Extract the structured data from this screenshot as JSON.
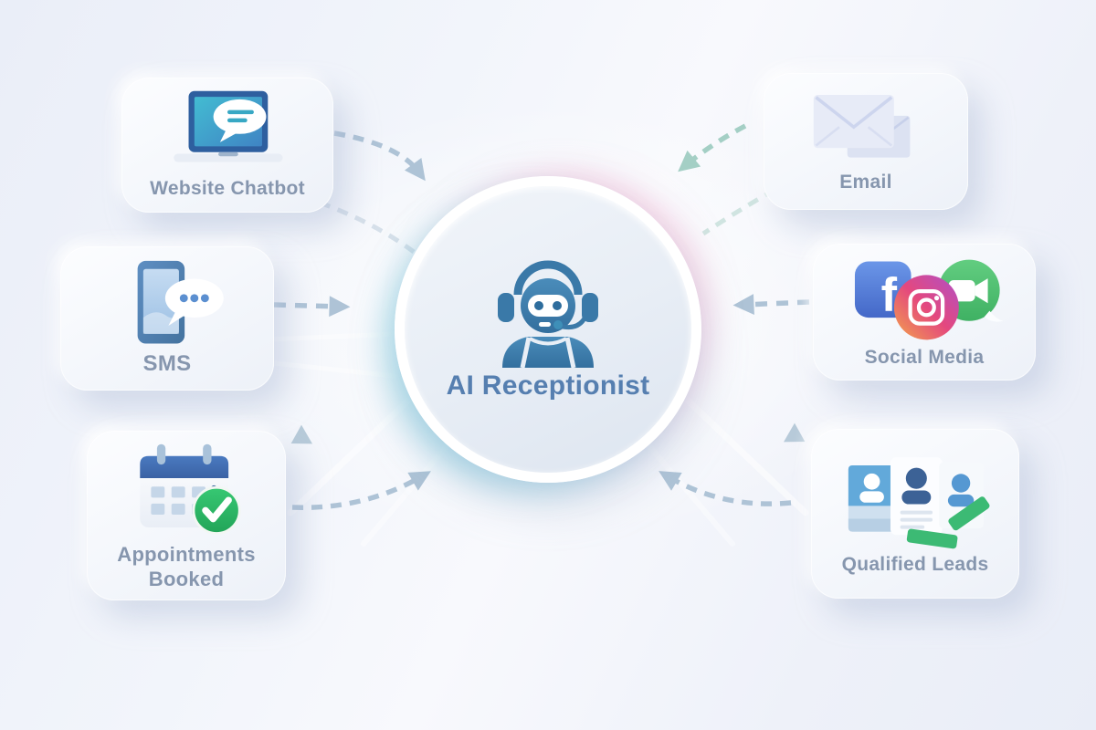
{
  "diagram": {
    "center": {
      "id": "ai-receptionist",
      "label": "AI Receptionist",
      "icon": "robot-headset-icon"
    },
    "nodes": [
      {
        "id": "website-chatbot",
        "label": "Website Chatbot",
        "icon": "laptop-chat-icon",
        "position": "top-left"
      },
      {
        "id": "sms",
        "label": "SMS",
        "icon": "phone-chat-bubble-icon",
        "position": "middle-left"
      },
      {
        "id": "appointments-booked",
        "label": "Appointments Booked",
        "icon": "calendar-check-icon",
        "position": "bottom-left"
      },
      {
        "id": "email",
        "label": "Email",
        "icon": "envelopes-icon",
        "position": "top-right"
      },
      {
        "id": "social-media",
        "label": "Social Media",
        "icon": "social-icons-cluster",
        "sub_icons": [
          "facebook-icon",
          "instagram-icon",
          "video-chat-icon"
        ],
        "position": "middle-right"
      },
      {
        "id": "qualified-leads",
        "label": "Qualified Leads",
        "icon": "contact-cards-check-icon",
        "position": "bottom-right"
      }
    ],
    "connections": [
      {
        "from": "website-chatbot",
        "to": "ai-receptionist",
        "style": "dashed-curve"
      },
      {
        "from": "sms",
        "to": "ai-receptionist",
        "style": "dashed-straight"
      },
      {
        "from": "appointments-booked",
        "to": "ai-receptionist",
        "style": "dashed-curve"
      },
      {
        "from": "ai-receptionist",
        "to": "appointments-booked",
        "style": "ray-with-arrowhead"
      },
      {
        "from": "email",
        "to": "ai-receptionist",
        "style": "dashed-curve"
      },
      {
        "from": "social-media",
        "to": "ai-receptionist",
        "style": "dashed-straight"
      },
      {
        "from": "qualified-leads",
        "to": "ai-receptionist",
        "style": "dashed-curve"
      },
      {
        "from": "ai-receptionist",
        "to": "qualified-leads",
        "style": "ray-with-arrowhead"
      }
    ],
    "colors": {
      "label_text": "#8696ae",
      "center_text": "#567fb0",
      "robot_blue": "#3a79a8",
      "arrow_gray_blue": "#aec3d6",
      "arrow_teal": "#a4cfc5",
      "facebook_blue": "#4a72d4",
      "instagram_orange": "#f3a44a",
      "instagram_pink": "#e4487e",
      "instagram_purple": "#b050c8",
      "video_green": "#4cb96a",
      "check_green": "#2cb263",
      "calendar_blue": "#3f6db3",
      "laptop_screen_teal": "#3cb6cf",
      "phone_blue": "#4a7cb0"
    }
  }
}
